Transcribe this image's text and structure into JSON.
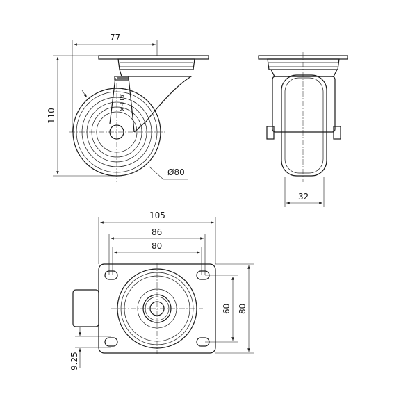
{
  "drawing": {
    "side_view": {
      "width_dim": "77",
      "height_dim": "110",
      "wheel_diameter_dim": "Ø80",
      "logo": "ALEX"
    },
    "front_view": {
      "wheel_width_dim": "32"
    },
    "top_view": {
      "plate_length_dim": "105",
      "hole_spacing_outer_dim": "86",
      "hole_spacing_inner_dim": "80",
      "hole_spacing_vertical_dim": "60",
      "plate_width_dim": "80",
      "offset_dim": "9.25"
    },
    "line_color": "#1a1a1a"
  }
}
